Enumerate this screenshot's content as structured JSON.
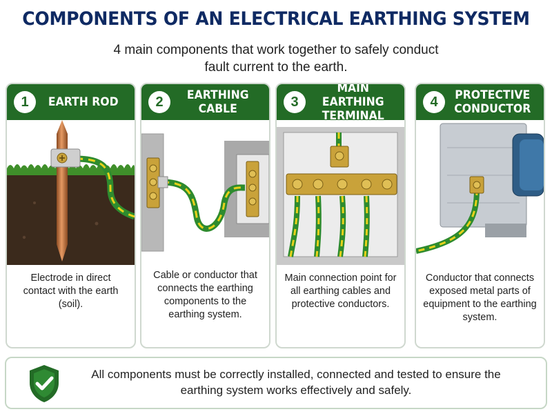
{
  "title": "COMPONENTS OF AN ELECTRICAL EARTHING SYSTEM",
  "subtitle": "4 main components that work together to safely conduct fault current to the earth.",
  "cards": [
    {
      "number": "1",
      "title": "EARTH ROD",
      "description": "Electrode in direct contact with the earth (soil)."
    },
    {
      "number": "2",
      "title": "EARTHING CABLE",
      "description": "Cable or conductor that connects the earthing components to the earthing system."
    },
    {
      "number": "3",
      "title": "MAIN EARTHING TERMINAL",
      "description": "Main connection point for all earthing cables and protective conductors."
    },
    {
      "number": "4",
      "title": "PROTECTIVE CONDUCTOR",
      "description": "Conductor that connects exposed metal parts of equipment to the earthing system."
    }
  ],
  "footer": {
    "text": "All components must be correctly installed, connected and tested to ensure the earthing system works effectively and safely.",
    "icon": "shield-check-icon"
  },
  "colors": {
    "heading": "#0f2a63",
    "green": "#236b26",
    "cable_green": "#2e8b2e",
    "cable_yellow": "#e6d21a",
    "copper": "#c8703a",
    "brass": "#c9a23a"
  }
}
